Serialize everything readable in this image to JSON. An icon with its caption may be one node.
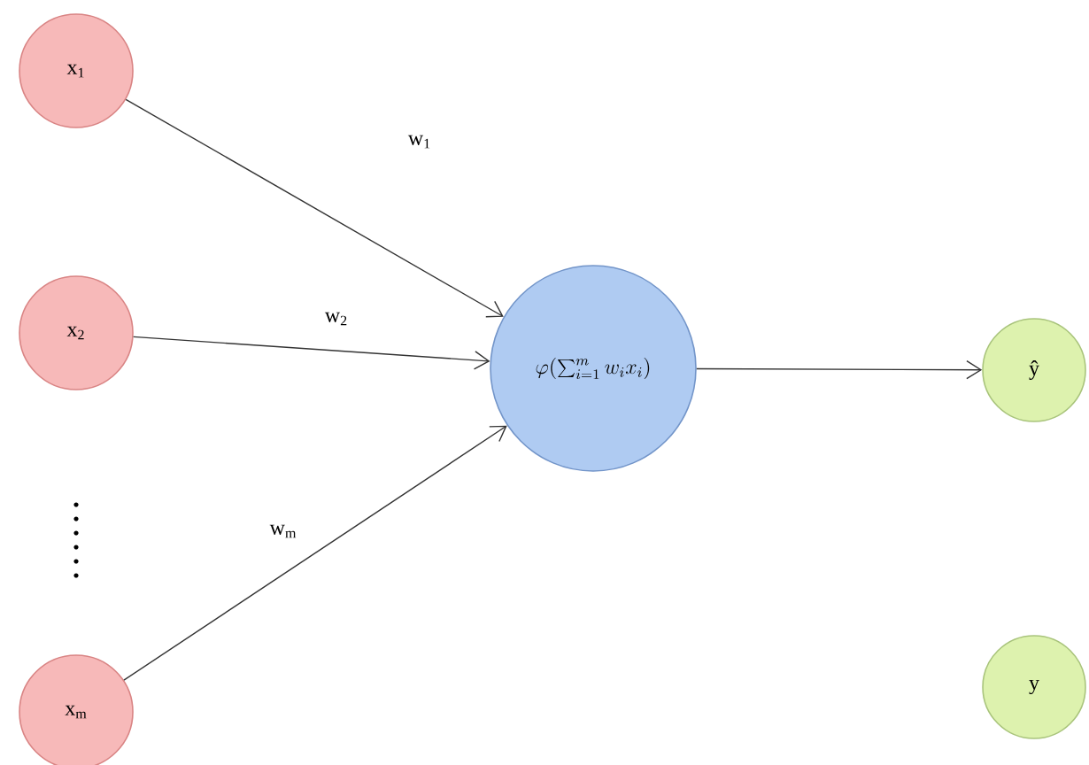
{
  "diagram": {
    "nodes": [
      {
        "text": [
          "x$_{1}$"
        ]
      },
      {
        "text": [
          "x$_{2}$"
        ]
      },
      {
        "text": [
          "x$_{m}$"
        ]
      },
      {
        "text": [
          "\\varphi\\bigl(\\textstyle\\sum_{i=1}^{m} w_i x_i\\bigr)"
        ]
      },
      {
        "text": [
          "ŷ"
        ]
      },
      {
        "text": [
          "y"
        ]
      }
    ],
    "edges": [
      {
        "from": 0,
        "to": 3,
        "arrow": "to",
        "label": "w$_{1}$"
      },
      {
        "from": 1,
        "to": 3,
        "arrow": "to",
        "label": "w$_{2}$"
      },
      {
        "from": 2,
        "to": 3,
        "arrow": "to",
        "label": "w$_{m}$"
      },
      {
        "from": 3,
        "to": 4,
        "arrow": "to"
      }
    ]
  }
}
